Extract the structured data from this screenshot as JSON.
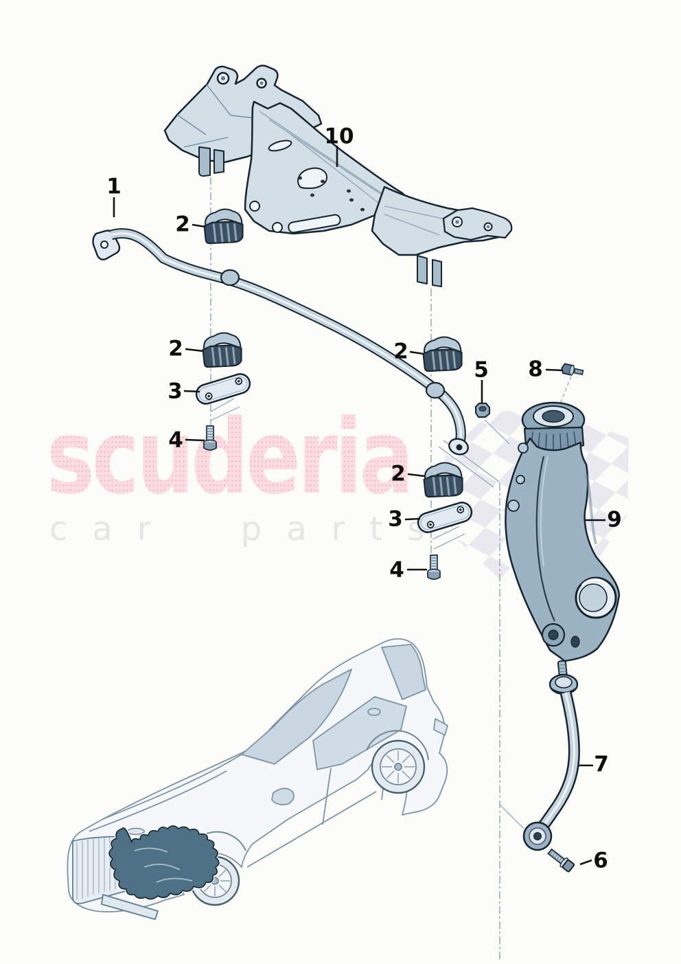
{
  "watermark": {
    "brand": "scuderia",
    "tagline": "car parts"
  },
  "callouts": [
    {
      "n": "10"
    },
    {
      "n": "1"
    },
    {
      "n": "2"
    },
    {
      "n": "2"
    },
    {
      "n": "3"
    },
    {
      "n": "4"
    },
    {
      "n": "2"
    },
    {
      "n": "5"
    },
    {
      "n": "8"
    },
    {
      "n": "2"
    },
    {
      "n": "3"
    },
    {
      "n": "4"
    },
    {
      "n": "9"
    },
    {
      "n": "7"
    },
    {
      "n": "6"
    }
  ],
  "colors": {
    "background": "#fcfdf8",
    "part_fill": "#d3dfe7",
    "part_shade": "#9db4c4",
    "part_outline": "#16242f",
    "watermark_pink": "#fbdce1",
    "watermark_dots": "#f0b4bb",
    "tagline_gray": "#e6e6e8",
    "checker_gray": "#e9e9ef",
    "construction_line": "#8ca2b5",
    "leader_line": "#141414",
    "location_highlight": "#4e7085"
  }
}
